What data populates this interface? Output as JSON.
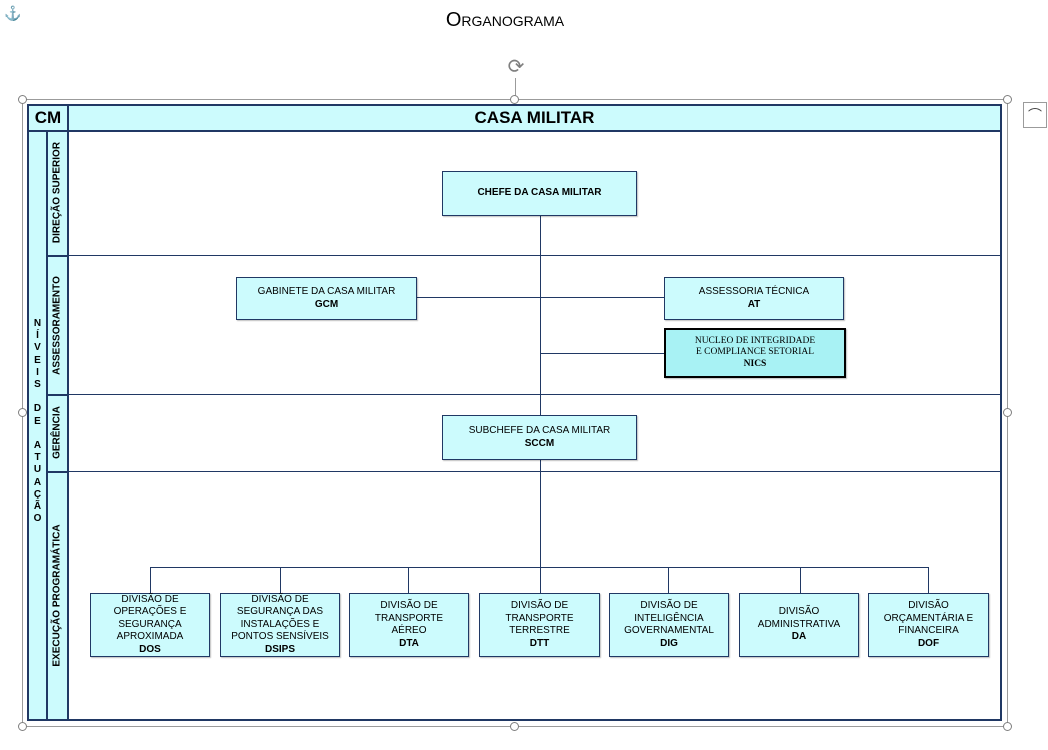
{
  "page": {
    "title": "Organograma"
  },
  "header": {
    "abbr": "CM",
    "title": "CASA MILITAR"
  },
  "side": {
    "niveis_label": "NÍVEIS DE ATUAÇÃO",
    "levels": [
      "DIREÇÃO SUPERIOR",
      "ASSESSORAMENTO",
      "GERÊNCIA",
      "EXECUÇÃO PROGRAMÁTICA"
    ]
  },
  "nodes": {
    "chefe": {
      "name": "CHEFE DA CASA MILITAR"
    },
    "gabinete": {
      "name": "GABINETE DA CASA MILITAR",
      "abbr": "GCM"
    },
    "assessoria": {
      "name": "ASSESSORIA TÉCNICA",
      "abbr": "AT"
    },
    "nics": {
      "line1": "NUCLEO DE INTEGRIDADE",
      "line2": "E COMPLIANCE SETORIAL",
      "abbr": "NICS"
    },
    "subchefe": {
      "name": "SUBCHEFE DA CASA MILITAR",
      "abbr": "SCCM"
    },
    "divisions": [
      {
        "name": "DIVISÃO DE OPERAÇÕES E SEGURANÇA APROXIMADA",
        "abbr": "DOS"
      },
      {
        "name": "DIVISÃO DE SEGURANÇA DAS INSTALAÇÕES E PONTOS SENSÍVEIS",
        "abbr": "DSIPS"
      },
      {
        "name": "DIVISÃO DE TRANSPORTE AÉREO",
        "abbr": "DTA"
      },
      {
        "name": "DIVISÃO DE TRANSPORTE TERRESTRE",
        "abbr": "DTT"
      },
      {
        "name": "DIVISÃO DE INTELIGÊNCIA GOVERNAMENTAL",
        "abbr": "DIG"
      },
      {
        "name": "DIVISÃO ADMINISTRATIVA",
        "abbr": "DA"
      },
      {
        "name": "DIVISÃO ORÇAMENTÁRIA E FINANCEIRA",
        "abbr": "DOF"
      }
    ]
  },
  "colors": {
    "box_fill": "#ccfbfd",
    "nics_fill": "#a8f2f4",
    "line": "#203864"
  },
  "icons": {
    "anchor": "anchor-icon",
    "rotate": "rotate-handle-icon",
    "layout": "layout-options-icon"
  }
}
